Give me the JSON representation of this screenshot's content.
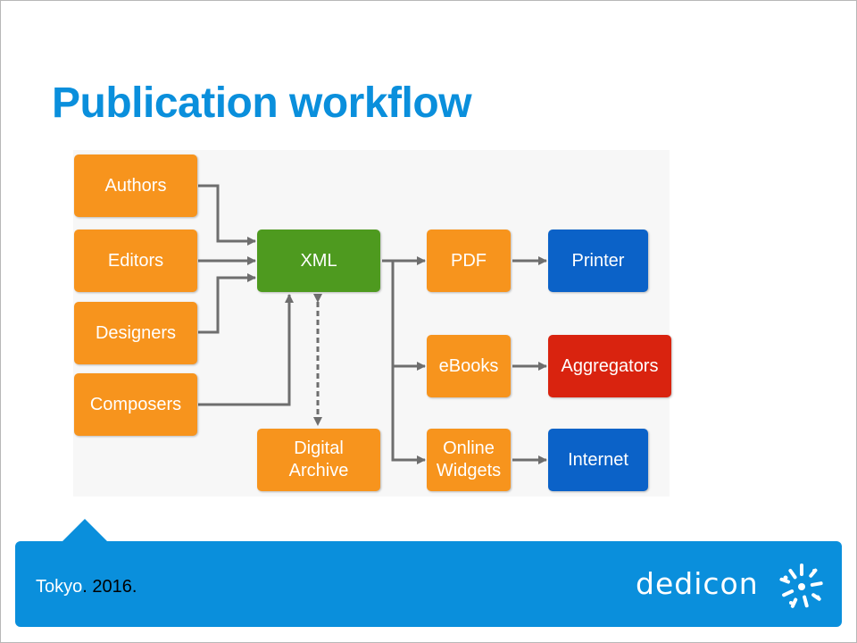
{
  "title": "Publication workflow",
  "diagram": {
    "nodes": {
      "authors": "Authors",
      "editors": "Editors",
      "designers": "Designers",
      "composers": "Composers",
      "xml": "XML",
      "digital_archive": "Digital\nArchive",
      "pdf": "PDF",
      "ebooks": "eBooks",
      "online_widgets": "Online\nWidgets",
      "printer": "Printer",
      "aggregators": "Aggregators",
      "internet": "Internet"
    },
    "colors": {
      "source": "#f7941d",
      "xml": "#4e9a1f",
      "printer": "#0b62c8",
      "aggregators": "#d9230f",
      "internet": "#0b62c8",
      "arrow": "#6e6e6e"
    }
  },
  "footer": {
    "location": "Tokyo",
    "dot1": ". ",
    "year": "2016",
    "dot2": ".",
    "brand": "dedicon",
    "accent": "#0a8fdc",
    "brand_icon": "dedicon-star-logo"
  }
}
